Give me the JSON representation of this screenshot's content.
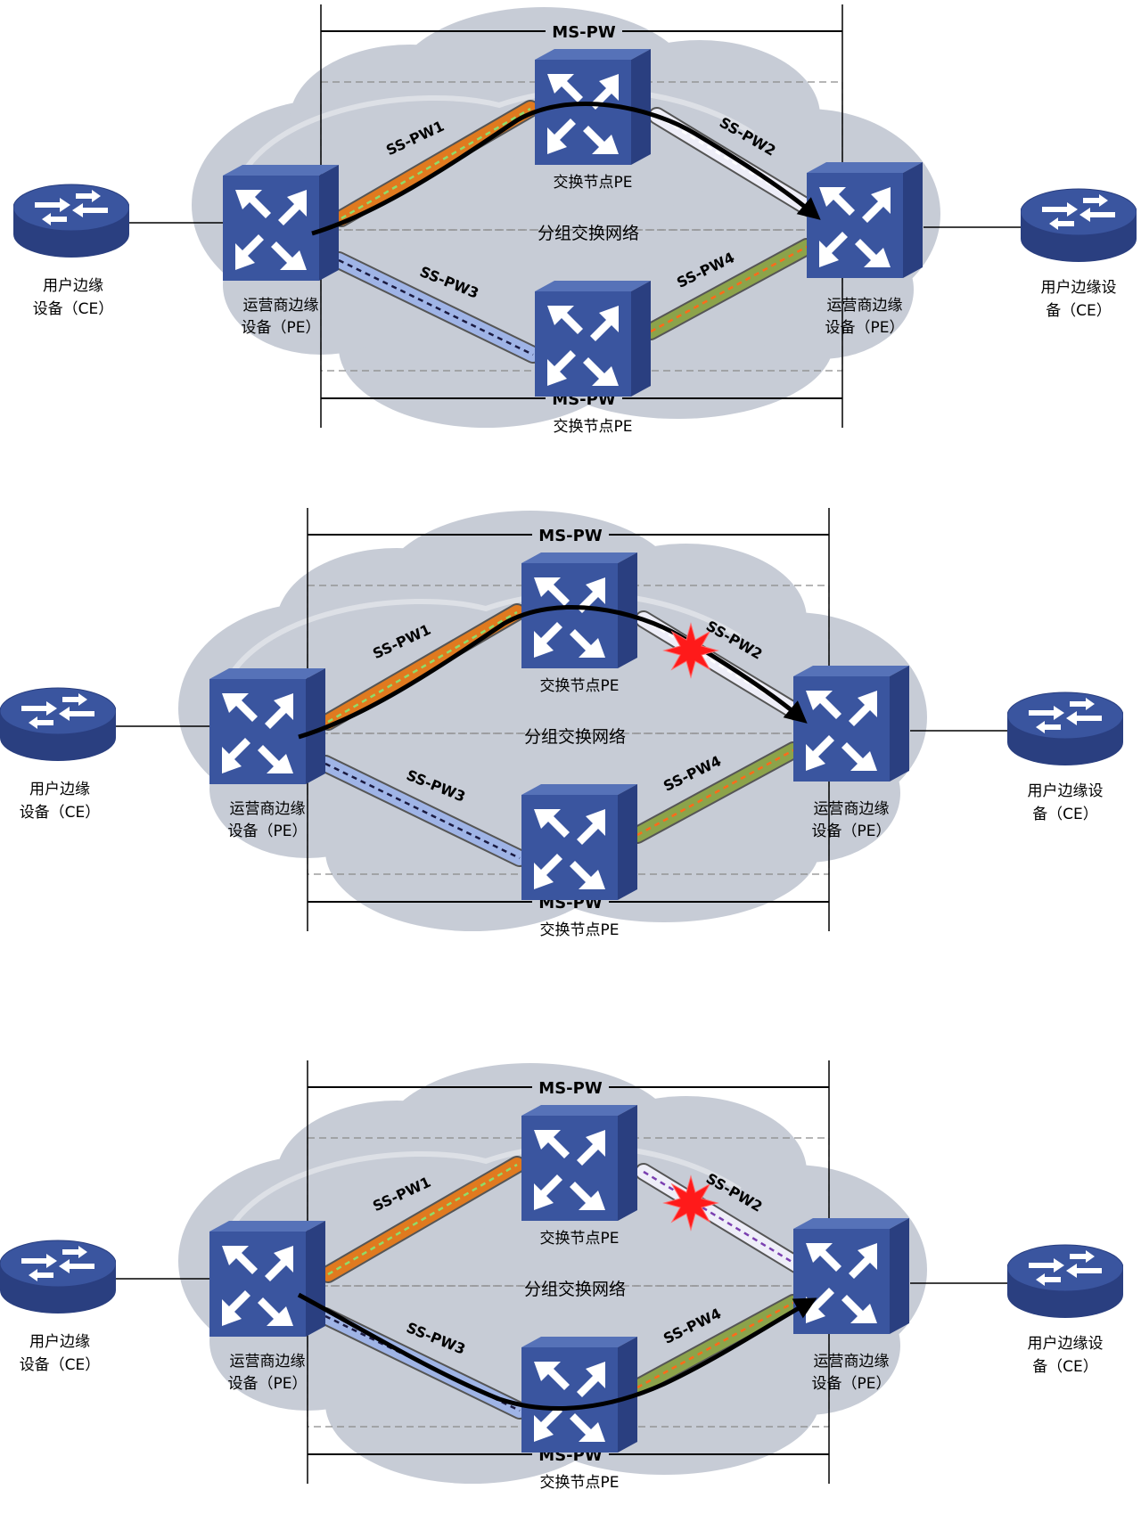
{
  "labels": {
    "ms_pw": "MS-PW",
    "switch_pe": "交换节点PE",
    "network": "分组交换网络",
    "pe_line1": "运营商边缘",
    "pe_line2": "设备（PE）",
    "ce_left_line1": "用户边缘",
    "ce_left_line2": "设备（CE）",
    "ce_right_line1": "用户边缘设",
    "ce_right_line2": "备（CE）",
    "pw1": "SS-PW1",
    "pw2": "SS-PW2",
    "pw3": "SS-PW3",
    "pw4": "SS-PW4"
  },
  "panels": [
    {
      "id": "normal",
      "pw2_failed": false,
      "active_path": "upper"
    },
    {
      "id": "fault-path-upper",
      "pw2_failed": true,
      "active_path": "upper"
    },
    {
      "id": "switched-to-lower",
      "pw2_failed": true,
      "active_path": "lower"
    }
  ],
  "colors": {
    "cloud": "#c7ccd6",
    "device": "#3a559f",
    "device_side": "#2a3f80",
    "device_top": "#5672b8",
    "pw1": "#e07a1f",
    "pw2": "#eeeef8",
    "pw3": "#9fb4e6",
    "pw4": "#8ca34a",
    "fault_star": "#ff1a1a",
    "path_arrow": "#000000"
  }
}
